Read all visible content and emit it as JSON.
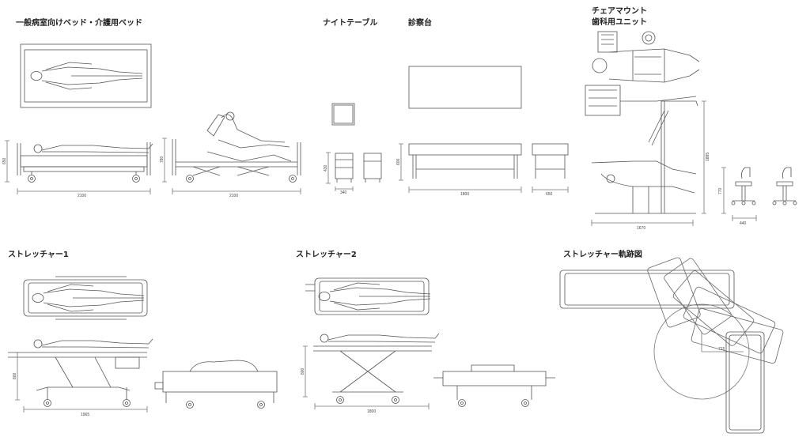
{
  "titles": {
    "hospital_bed": "一般病室向けベッド・介護用ベッド",
    "night_table": "ナイトテーブル",
    "exam_table": "診察台",
    "dental_line1": "チェアマウント",
    "dental_line2": "歯科用ユニット",
    "stretcher1": "ストレッチャー1",
    "stretcher2": "ストレッチャー2",
    "stretcher_track": "ストレッチャー軌跡図"
  },
  "dimensions": {
    "bed_length": "2100",
    "bed_height": "650",
    "care_bed_length": "2100",
    "care_bed_height": "780",
    "night_table_width": "340",
    "night_table_height": "430",
    "exam_length": "1800",
    "exam_height": "600",
    "exam_width": "650",
    "dental_length": "1670",
    "dental_height": "1885",
    "stool_height": "770",
    "stool_width": "440",
    "stretcher1_length": "1965",
    "stretcher1_height": "800",
    "stretcher2_length": "1800",
    "stretcher2_height": "800",
    "track_radius": "715"
  }
}
